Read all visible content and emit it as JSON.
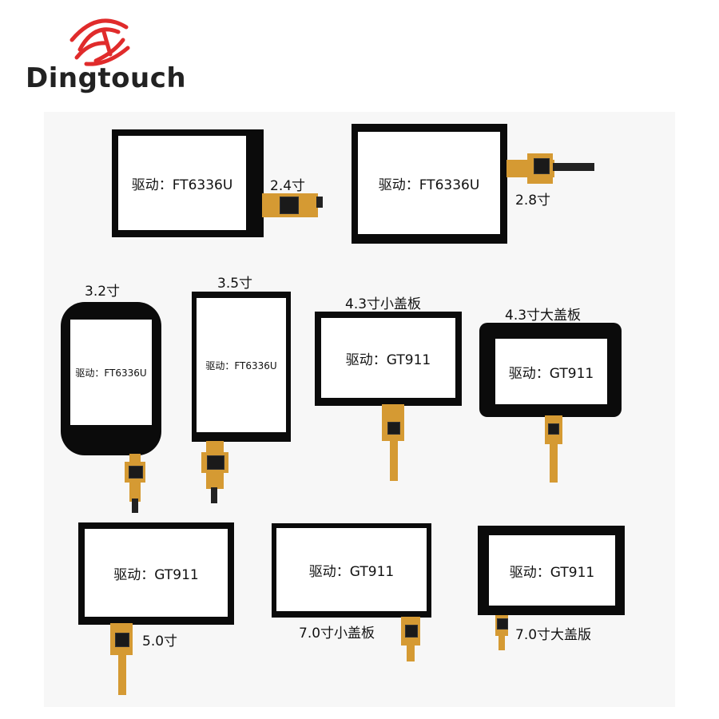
{
  "brand": {
    "name": "Dingtouch",
    "logo_icon": "fingerprint-logo-icon",
    "logo_color": "#e02b2b"
  },
  "panels": [
    {
      "driver": "驱动：FT6336U",
      "size": "2.4寸"
    },
    {
      "driver": "驱动：FT6336U",
      "size": "2.8寸"
    },
    {
      "driver": "驱动：FT6336U",
      "size": "3.2寸"
    },
    {
      "driver": "驱动：FT6336U",
      "size": "3.5寸"
    },
    {
      "driver": "驱动：GT911",
      "size": "4.3寸小盖板"
    },
    {
      "driver": "驱动：GT911",
      "size": "4.3寸大盖板"
    },
    {
      "driver": "驱动：GT911",
      "size": "5.0寸"
    },
    {
      "driver": "驱动：GT911",
      "size": "7.0寸小盖板"
    },
    {
      "driver": "驱动：GT911",
      "size": "7.0寸大盖版"
    }
  ]
}
